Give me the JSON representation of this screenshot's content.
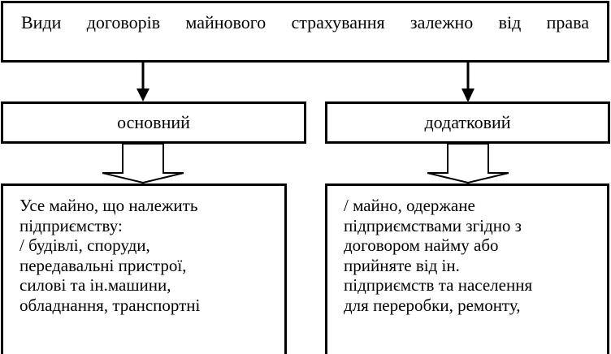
{
  "title": {
    "text": "Види договорів майнового страхування залежно від права"
  },
  "types": [
    {
      "label": "основний",
      "description_lines": [
        "Усе майно, що належить",
        "підприємству:",
        "/ будівлі, споруди,",
        "передавальні пристрої,",
        "силові та ін.машини,",
        "обладнання, транспортні"
      ]
    },
    {
      "label": "додатковий",
      "description_lines": [
        "/ майно, одержане",
        "підприємствами згідно з",
        "договором найму або",
        "прийняте від ін.",
        "підприємств та населення",
        "для переробки, ремонту,"
      ]
    }
  ],
  "colors": {
    "line": "#000000",
    "background": "#ffffff"
  }
}
